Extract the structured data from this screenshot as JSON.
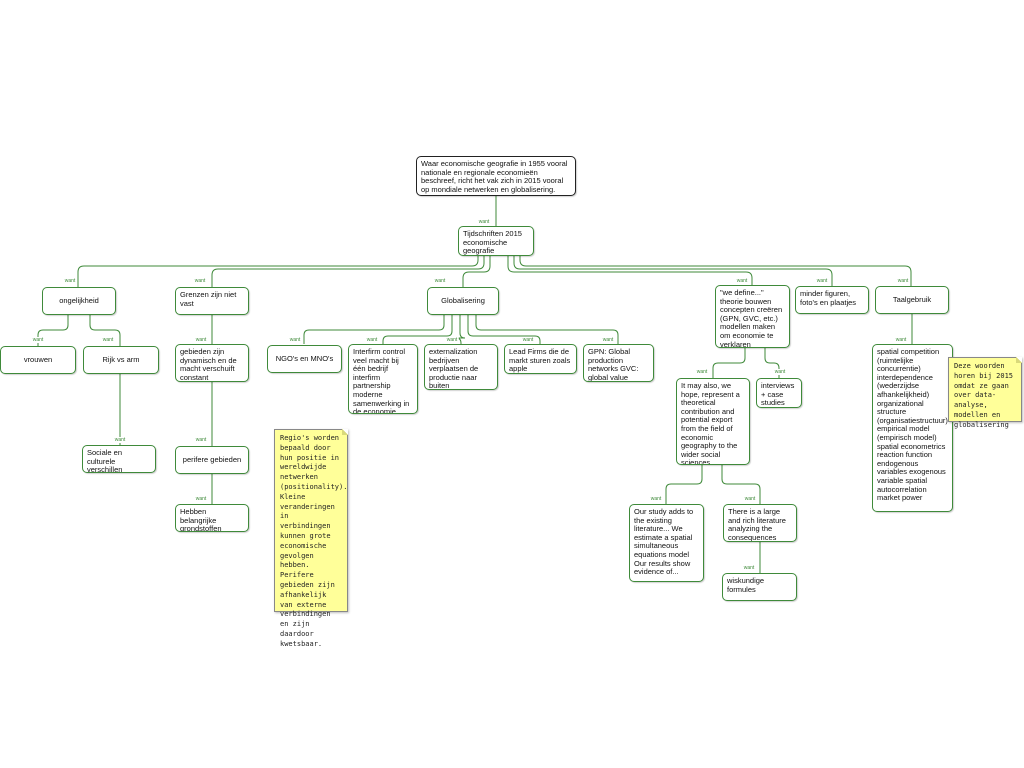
{
  "nodes": {
    "root": "Waar economische geografie in 1955 vooral nationale en regionale economieën beschreef, richt het vak zich in 2015 vooral op mondiale netwerken en globalisering.",
    "tijdschriften": "Tijdschriften 2015 economische geografie",
    "ongelijkheid": "ongelijkheid",
    "grenzen": "Grenzen zijn niet vast",
    "globalisering": "Globalisering",
    "we_define": "\"we define...\" theorie bouwen concepten creëren (GPN, GVC, etc.) modellen maken om economie te verklaren",
    "minder_figuren": "minder figuren, foto's en plaatjes",
    "taalgebruik": "Taalgebruik",
    "vrouwen": "vrouwen",
    "rijk_arm": "Rijk vs arm",
    "sociale": "Sociale en culturele verschillen",
    "gebieden": "gebieden zijn dynamisch en de macht verschuift constant",
    "perifere": "perifere gebieden",
    "grondstoffen": "Hebben belangrijke grondstoffen",
    "ngo": "NGO's en MNO's",
    "interfirm": "Interfirm control veel macht bij één bedrijf interfirm partnership moderne samenwerking in de economie",
    "externalization": "externalization bedrijven verplaatsen de productie naar buiten",
    "lead_firms": "Lead Firms die de markt sturen zoals apple",
    "gpn": "GPN: Global production networks GVC: global value chains",
    "may_also": "It may also, we hope, represent a theoretical contribution and potential export from the field of economic geography to the wider social sciences",
    "interviews": "interviews + case studies veel veldwerk",
    "our_study": "Our study adds to the existing literature... We estimate a spatial simultaneous equations model Our results show evidence of...",
    "large_lit": "There is a large and rich literature analyzing the consequences",
    "wiskundige": "wiskundige formules",
    "spatial": "spatial competition (ruimtelijke concurrentie) interdependence (wederzijdse afhankelijkheid) organizational structure (organisatiestructuur) empirical model (empirisch model) spatial econometrics reaction function endogenous variables exogenous variable spatial autocorrelation market power"
  },
  "link_label": "want",
  "notes": {
    "regio": "Regio's worden bepaald door hun positie in wereldwijde netwerken (positionality). Kleine veranderingen in verbindingen kunnen grote economische gevolgen hebben. Perifere gebieden zijn afhankelijk van externe verbindingen en zijn daardoor kwetsbaar.",
    "woorden": "Deze woorden horen bij 2015 omdat ze gaan over data-analyse, modellen en globalisering"
  },
  "colors": {
    "link": "#3f8a3a",
    "root_border": "#222222",
    "note_bg": "#ffff99"
  }
}
